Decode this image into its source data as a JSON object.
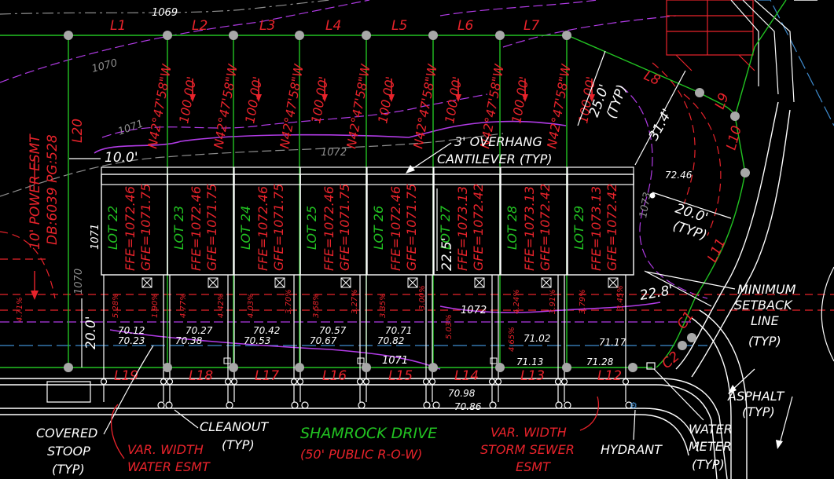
{
  "colors": {
    "background": "#000000",
    "lot_line": "#22c322",
    "red": "#e8232b",
    "white": "#ffffff",
    "magenta": "#b13be6",
    "gray": "#8e8e8e",
    "cyan": "#3f8ccf"
  },
  "segment_labels": [
    {
      "text": "L1"
    },
    {
      "text": "L2"
    },
    {
      "text": "L3"
    },
    {
      "text": "L4"
    },
    {
      "text": "L5"
    },
    {
      "text": "L6"
    },
    {
      "text": "L7"
    },
    {
      "text": "L8"
    },
    {
      "text": "L9"
    },
    {
      "text": "L10"
    },
    {
      "text": "L11"
    },
    {
      "text": "L12"
    },
    {
      "text": "L13"
    },
    {
      "text": "L14"
    },
    {
      "text": "L15"
    },
    {
      "text": "L16"
    },
    {
      "text": "L17"
    },
    {
      "text": "L18"
    },
    {
      "text": "L19"
    },
    {
      "text": "L20"
    },
    {
      "text": "C1"
    },
    {
      "text": "C2"
    }
  ],
  "bearing_label": "N42°47'58\"W",
  "distance_label": "100.00'",
  "lots": [
    {
      "name": "LOT 22",
      "ffe": "FFE=1072.46",
      "gfe": "GFE=1071.75"
    },
    {
      "name": "LOT 23",
      "ffe": "FFE=1072.46",
      "gfe": "GFE=1071.75"
    },
    {
      "name": "LOT 24",
      "ffe": "FFE=1072.46",
      "gfe": "GFE=1071.75"
    },
    {
      "name": "LOT 25",
      "ffe": "FFE=1072.46",
      "gfe": "GFE=1071.75"
    },
    {
      "name": "LOT 26",
      "ffe": "FFE=1072.46",
      "gfe": "GFE=1071.75"
    },
    {
      "name": "LOT 27",
      "ffe": "FFE=1073.13",
      "gfe": "GFE=1072.42"
    },
    {
      "name": "LOT 28",
      "ffe": "FFE=1073.13",
      "gfe": "GFE=1072.42"
    },
    {
      "name": "LOT 29",
      "ffe": "FFE=1073.13",
      "gfe": "GFE=1072.42"
    }
  ],
  "dimensions": {
    "setback_10": "10.0'",
    "setback_20_left": "20.0'",
    "overhang_depth": "22.5'",
    "rear_25": "25.0'",
    "rear_25_typ": "(TYP)",
    "side_31": "31.4'",
    "right_20": "20.0'",
    "right_20_typ": "(TYP)",
    "side_22": "22.8'"
  },
  "spot_elevations": [
    "70.12",
    "70.23",
    "70.27",
    "70.38",
    "70.42",
    "70.53",
    "70.57",
    "70.67",
    "70.71",
    "70.82",
    "71.02",
    "71.13",
    "71.17",
    "71.28",
    "70.98",
    "70.86",
    "72.46"
  ],
  "slopes": [
    "5.28%",
    "1.90%",
    "4.77%",
    "4.42%",
    "4.03%",
    "3.70%",
    "3.58%",
    "3.27%",
    "3.35%",
    "3.00%",
    "5.03%",
    "4.24%",
    "3.91%",
    "3.79%",
    "3.45%",
    "4.65%",
    "4.71%"
  ],
  "contours": [
    "1069",
    "1070",
    "1071",
    "1072",
    "1073",
    "1071",
    "1071",
    "1072",
    "1070"
  ],
  "easement": {
    "line1": "10' POWER ESMT",
    "line2": "DB:6039 PG:528"
  },
  "callouts": {
    "overhang_1": "3' OVERHANG",
    "overhang_2": "CANTILEVER (TYP)",
    "setback_1": "MINIMUM",
    "setback_2": "SETBACK",
    "setback_3": "LINE",
    "setback_4": "(TYP)",
    "asphalt_1": "ASPHALT",
    "asphalt_2": "(TYP)",
    "stoop_1": "COVERED",
    "stoop_2": "STOOP",
    "stoop_3": "(TYP)",
    "cleanout_1": "CLEANOUT",
    "cleanout_2": "(TYP)",
    "water_esmt_1": "VAR. WIDTH",
    "water_esmt_2": "WATER ESMT",
    "street_name": "SHAMROCK DRIVE",
    "street_row": "(50' PUBLIC R-O-W)",
    "storm_1": "VAR. WIDTH",
    "storm_2": "STORM SEWER",
    "storm_3": "ESMT",
    "hydrant": "HYDRANT",
    "meter_1": "WATER",
    "meter_2": "METER",
    "meter_3": "(TYP)"
  }
}
